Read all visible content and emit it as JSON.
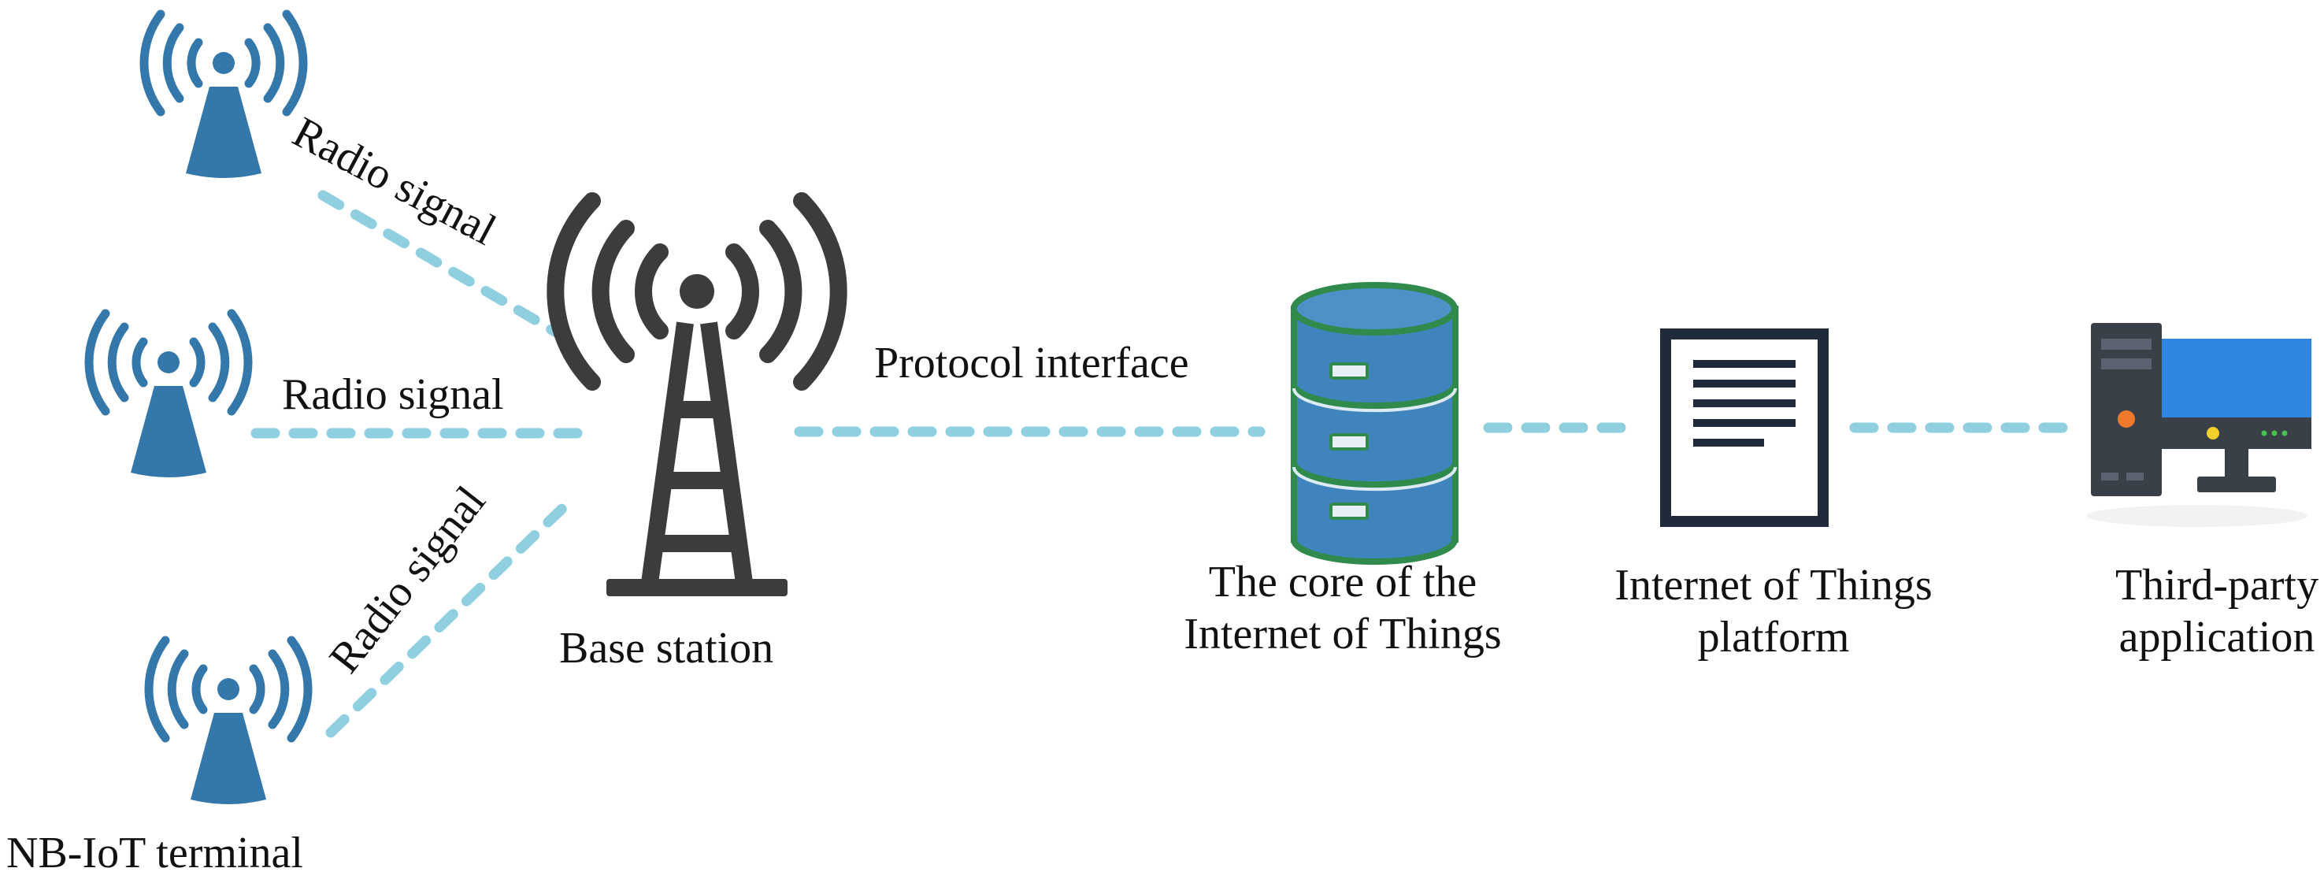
{
  "labels": {
    "radio_signal_1": "Radio signal",
    "radio_signal_2": "Radio signal",
    "radio_signal_3": "Radio signal",
    "protocol_interface": "Protocol interface",
    "base_station": "Base station",
    "nb_iot_terminal": "NB-IoT terminal",
    "iot_core_line1": "The core of the",
    "iot_core_line2": "Internet of Things",
    "iot_platform_line1": "Internet of Things",
    "iot_platform_line2": "platform",
    "third_party_line1": "Third-party",
    "third_party_line2": "application"
  },
  "icons": {
    "terminal": "wireless-antenna-icon",
    "base_station": "cell-tower-icon",
    "core": "database-icon",
    "platform": "document-icon",
    "third_party": "desktop-computer-icon"
  },
  "colors": {
    "link": "#8fcfe0",
    "antenna": "#3477ab",
    "tower": "#3c3c3c",
    "db_fill": "#3f84bd",
    "db_outline": "#2f8a4c",
    "doc": "#1f2b3a",
    "monitor": "#2f86e0",
    "case": "#3a4048"
  }
}
